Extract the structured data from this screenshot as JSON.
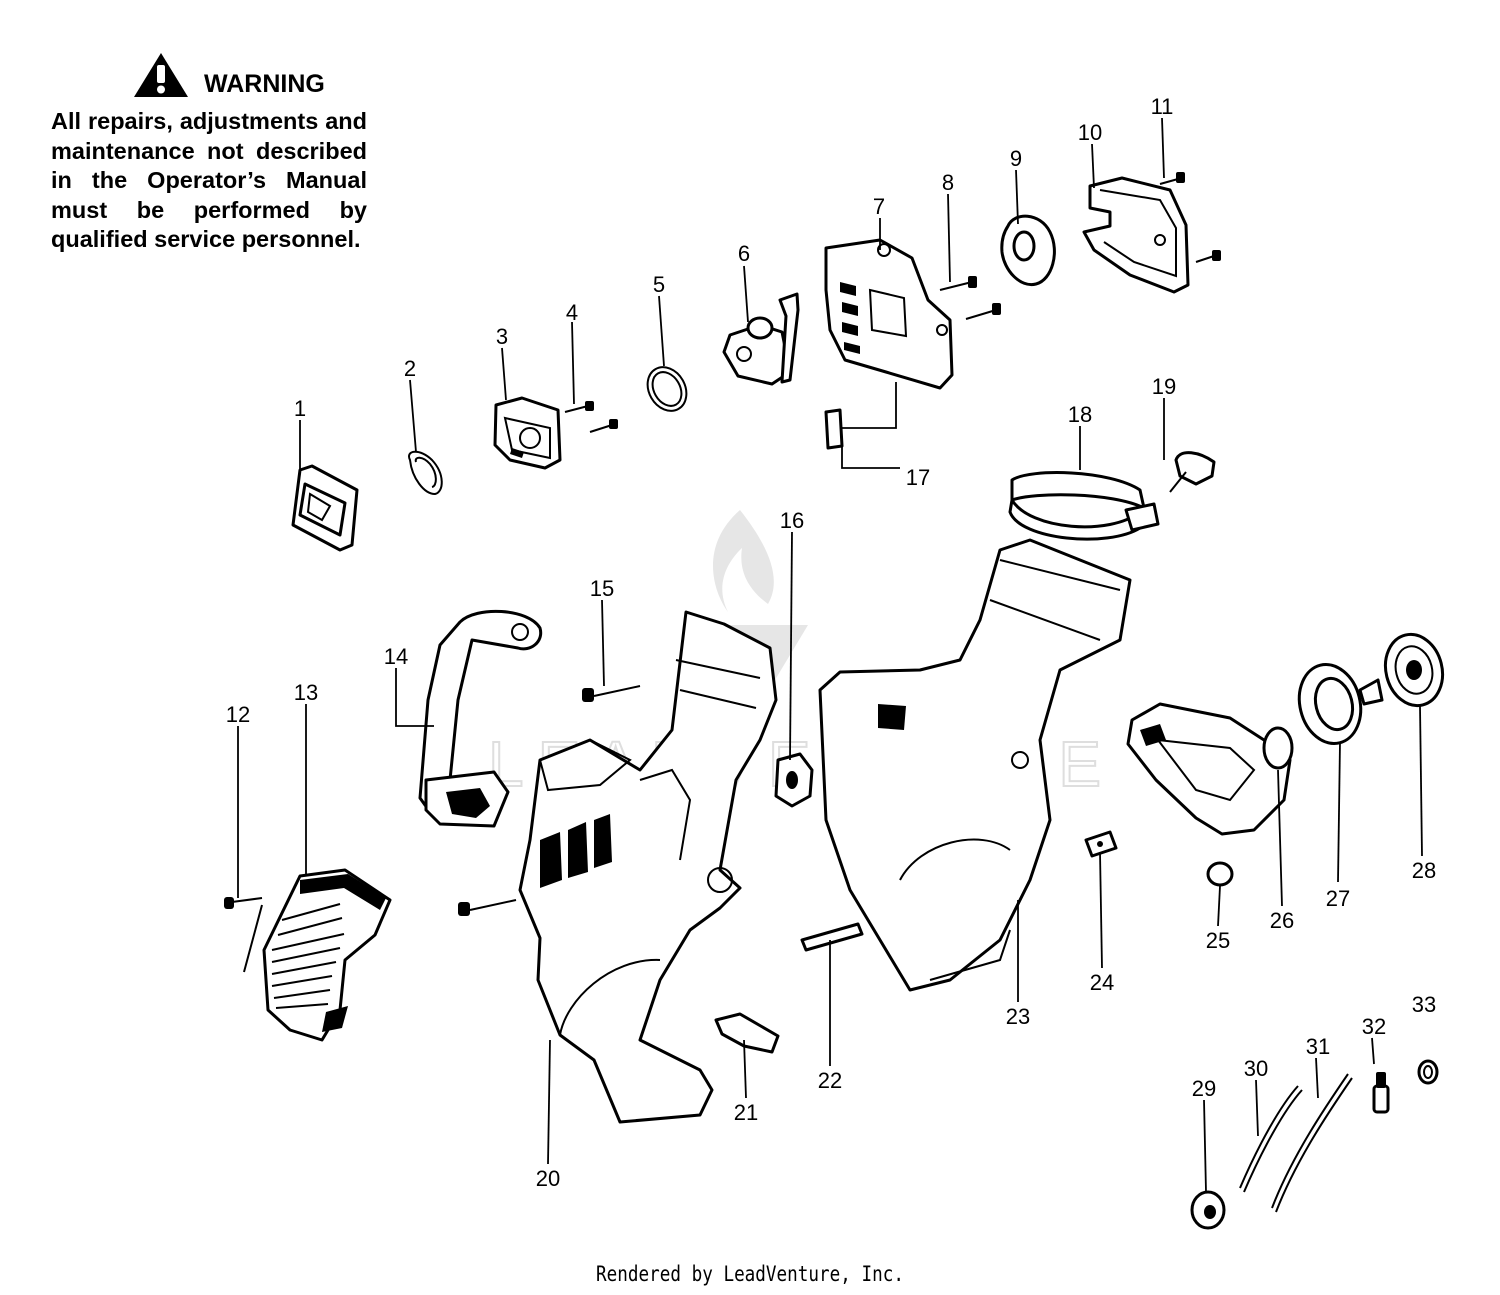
{
  "warning": {
    "title": "WARNING",
    "body": "All repairs, adjustments and maintenance not described in the Operator’s Manual must be performed by qualified service personnel.",
    "icon": "warning-triangle-icon"
  },
  "watermark": {
    "text": "LEADVENTURE",
    "icon": "flame-logo-icon"
  },
  "footer": "Rendered by LeadVenture, Inc.",
  "part_labels": [
    "1",
    "2",
    "3",
    "4",
    "5",
    "6",
    "7",
    "8",
    "9",
    "10",
    "11",
    "12",
    "13",
    "14",
    "15",
    "16",
    "17",
    "18",
    "19",
    "20",
    "21",
    "22",
    "23",
    "24",
    "25",
    "26",
    "27",
    "28",
    "29",
    "30",
    "31",
    "32",
    "33"
  ]
}
